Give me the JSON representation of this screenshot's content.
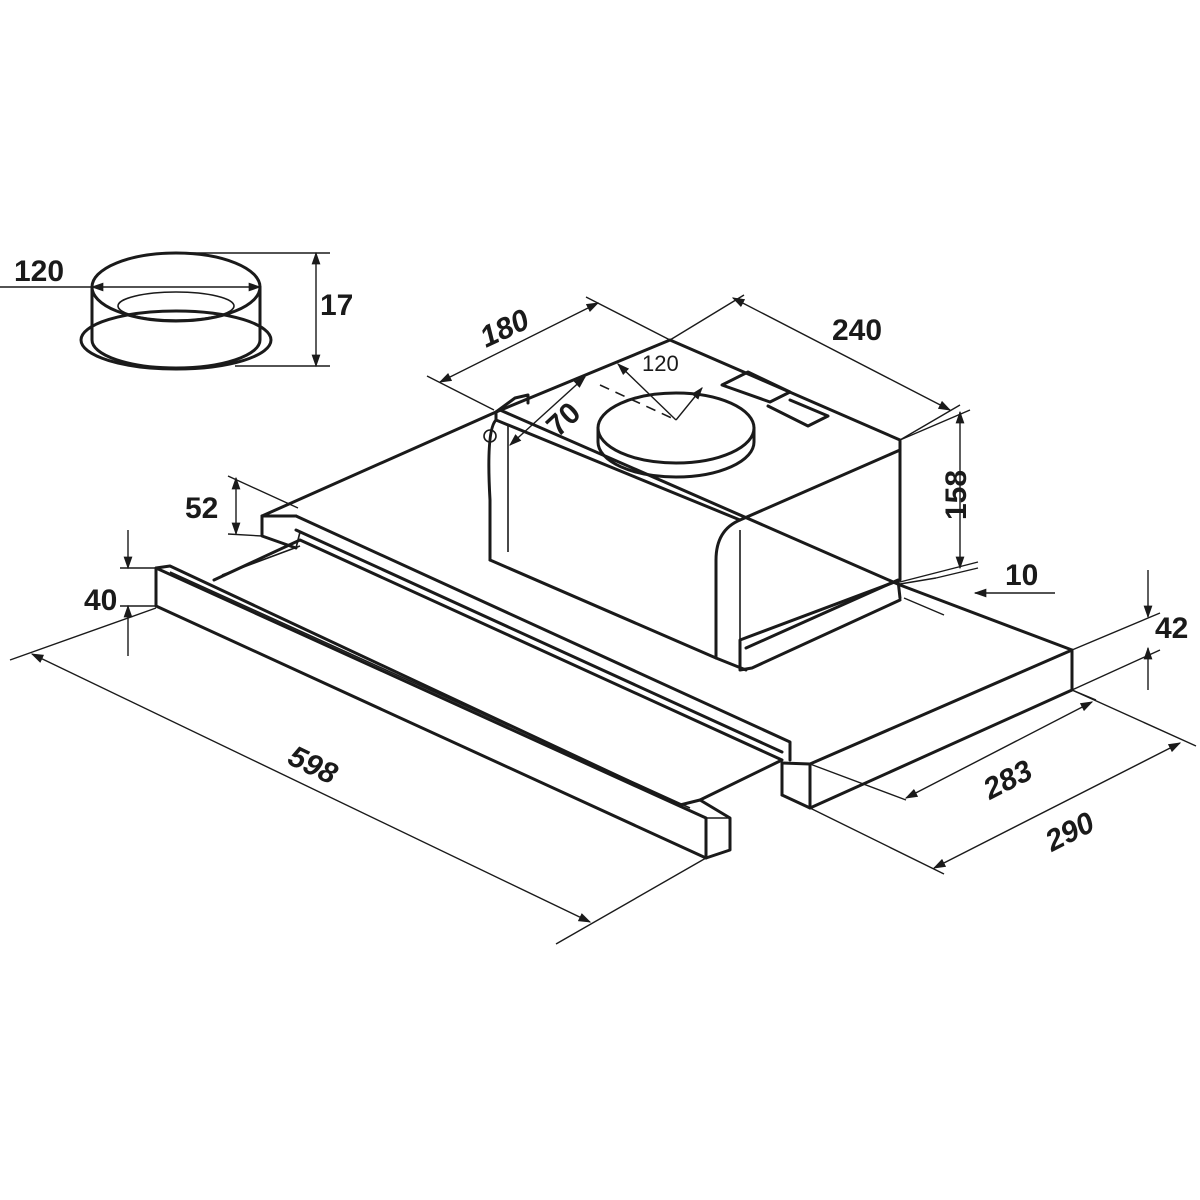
{
  "dimensions": {
    "collar_diameter": "120",
    "collar_height": "17",
    "motor_width": "180",
    "motor_depth": "240",
    "outlet_diameter": "120",
    "outlet_offset": "70",
    "motor_height": "158",
    "drawer_height": "52",
    "front_panel_height": "40",
    "wall_gap": "10",
    "body_height": "42",
    "body_depth_inner": "283",
    "body_depth": "290",
    "total_width": "598"
  },
  "colors": {
    "line": "#1a1a1a",
    "background": "#ffffff"
  }
}
